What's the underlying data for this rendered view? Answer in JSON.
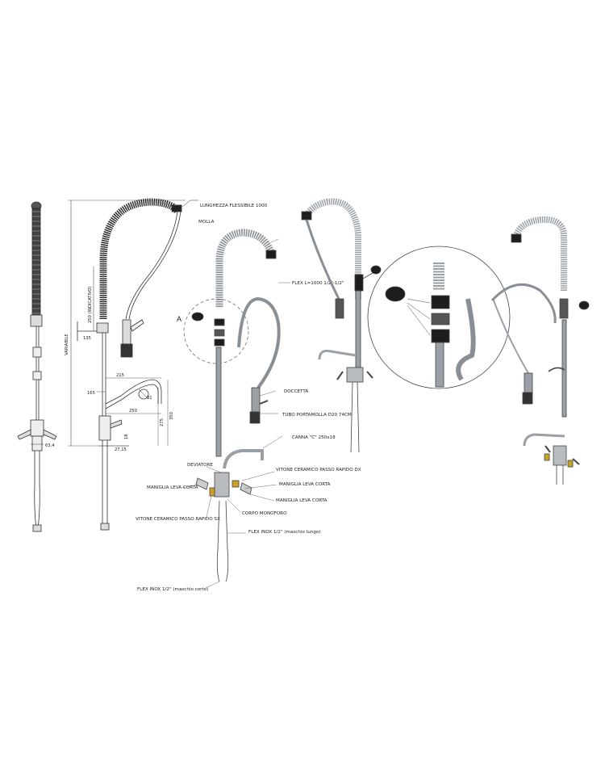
{
  "labels": {
    "lunghezza": "LUNGHEZZA FLESSIBILE 1000",
    "molla": "MOLLA",
    "flex_l1000": "FLEX L=1000 1/2\"-1/2\"",
    "doccetta": "DOCCETTA",
    "tubo_portamolla": "TUBO PORTAMOLLA D20 74CM",
    "canna": "CANNA \"C\" 250x18",
    "deviatore": "DEVIATORE",
    "vitone_dx": "VITONE CERAMICO PASSO RAPIDO DX",
    "maniglia_1": "MANIGLIA LEVA CORTA",
    "maniglia_2": "MANIGLIA LEVA CORTA",
    "maniglia_3": "MANIGLIA LEVA CORTA",
    "vitone_sx": "VITONE CERAMICO PASSO RAPIDO SX",
    "corpo": "CORPO MONOFORO",
    "flex_lunghi": "FLEX INOX 1/2\" (maschio lungo)",
    "flex_corti": "FLEX INOX 1/2\" (maschio corto)",
    "detail_a": "A"
  },
  "dimensions": {
    "variabile": "VARIABILE",
    "d250_indicativo": "250 (INDICATIVO)",
    "d135": "135",
    "d215": "215",
    "d165": "165",
    "d250": "250",
    "d275": "275",
    "d350": "350",
    "d18": "18",
    "d27_15": "27,15",
    "d63_4": "63,4",
    "d1": "81"
  },
  "colors": {
    "line": "#333333",
    "steel": "#9aa0a6",
    "steel_dark": "#5f6368",
    "black_part": "#1e1e1e",
    "brass": "#c9a227"
  }
}
